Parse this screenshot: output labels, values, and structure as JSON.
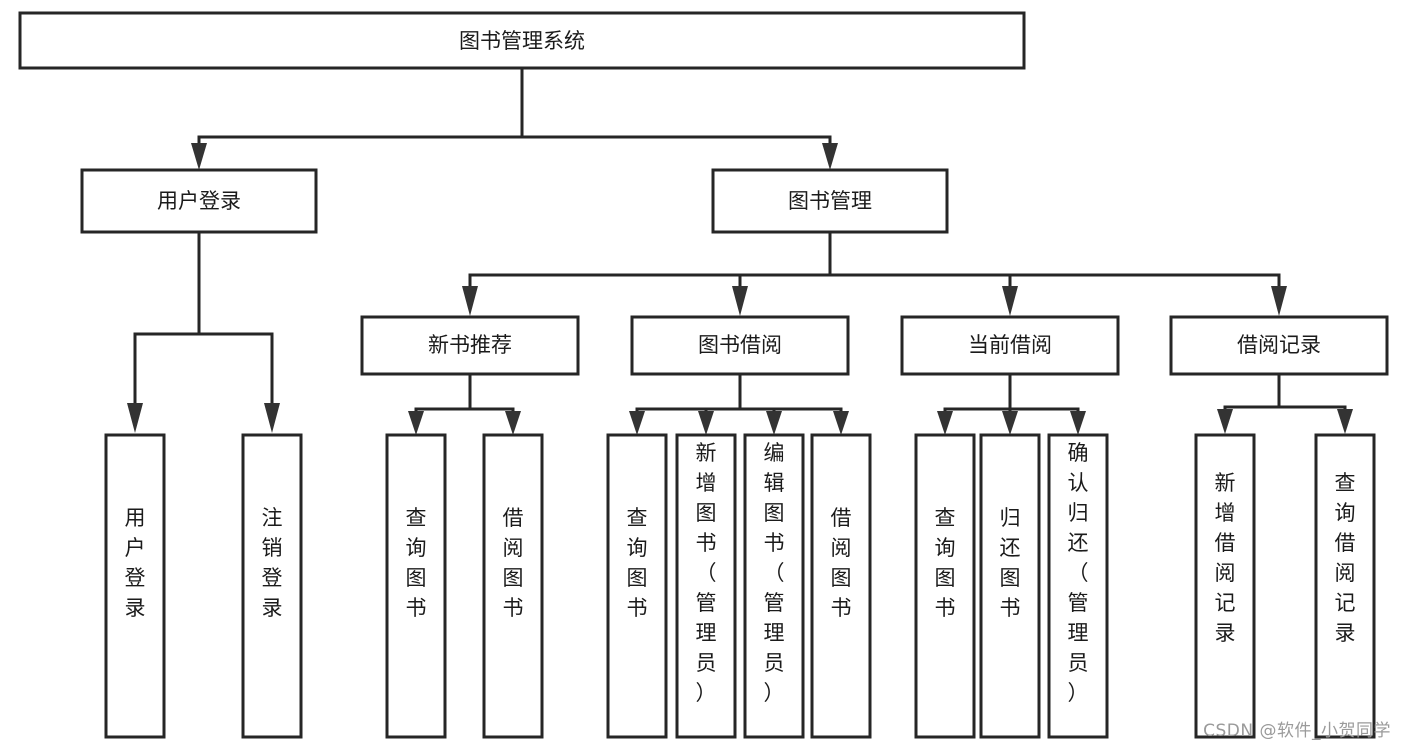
{
  "diagram": {
    "type": "tree",
    "title": "图书管理系统",
    "watermark": "CSDN @软件_小贺同学",
    "colors": {
      "box_stroke": "#262626",
      "box_fill": "#ffffff",
      "text": "#1b1b1b",
      "arrow": "#333333",
      "watermark": "#9a9a9a",
      "background": "#ffffff"
    },
    "root": {
      "label": "图书管理系统"
    },
    "level2": [
      {
        "label": "用户登录"
      },
      {
        "label": "图书管理"
      }
    ],
    "level3": [
      {
        "label": "新书推荐"
      },
      {
        "label": "图书借阅"
      },
      {
        "label": "当前借阅"
      },
      {
        "label": "借阅记录"
      }
    ],
    "leaves": {
      "user_login": [
        {
          "label": "用户登录"
        },
        {
          "label": "注销登录"
        }
      ],
      "new_book": [
        {
          "label": "查询图书"
        },
        {
          "label": "借阅图书"
        }
      ],
      "book_borrow": [
        {
          "label": "查询图书"
        },
        {
          "label": "新增图书（管理员）"
        },
        {
          "label": "编辑图书（管理员）"
        },
        {
          "label": "借阅图书"
        }
      ],
      "current_borrow": [
        {
          "label": "查询图书"
        },
        {
          "label": "归还图书"
        },
        {
          "label": "确认归还（管理员）"
        }
      ],
      "borrow_record": [
        {
          "label": "新增借阅记录"
        },
        {
          "label": "查询借阅记录"
        }
      ]
    }
  }
}
